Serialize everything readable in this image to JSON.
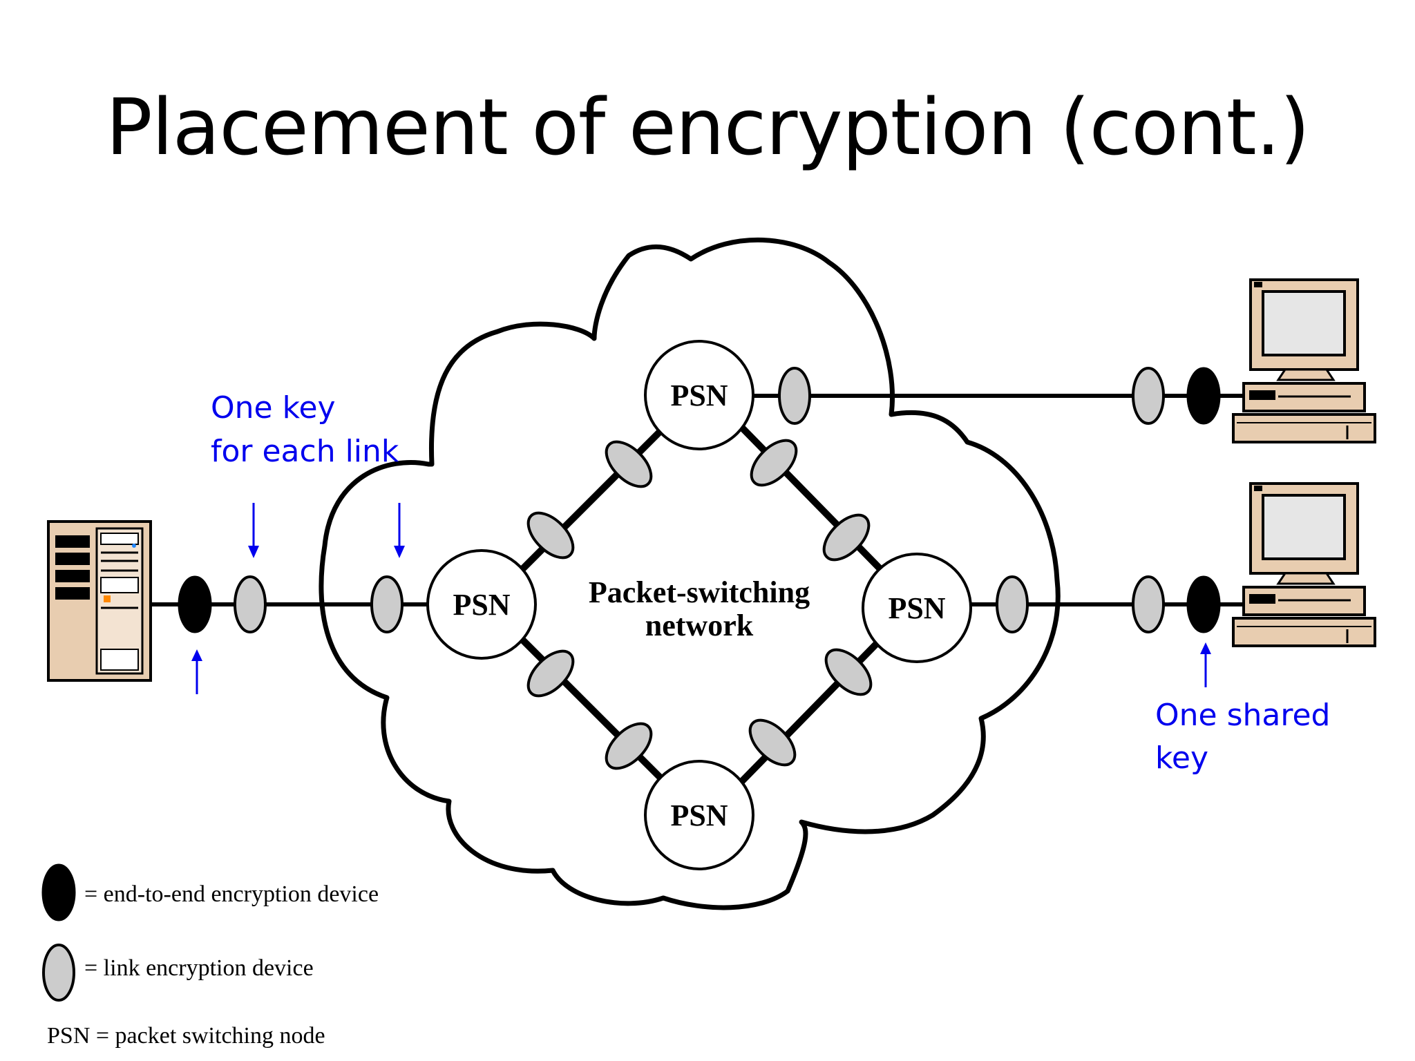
{
  "slide": {
    "title": "Placement of encryption (cont.)"
  },
  "diagram": {
    "cloud_label_line1": "Packet-switching",
    "cloud_label_line2": "network",
    "node_label": "PSN",
    "annotation_links_line1": "One key",
    "annotation_links_line2": "for each link",
    "annotation_shared_line1": "One shared",
    "annotation_shared_line2": "key"
  },
  "legend": {
    "end_to_end": "= end-to-end encryption device",
    "link": "= link encryption device",
    "psn": "PSN = packet switching node"
  },
  "colors": {
    "annotation_blue": "#0000ee",
    "link_device_fill": "#cccccc",
    "end_device_fill": "#000000",
    "computer_beige": "#e8cdb0"
  }
}
